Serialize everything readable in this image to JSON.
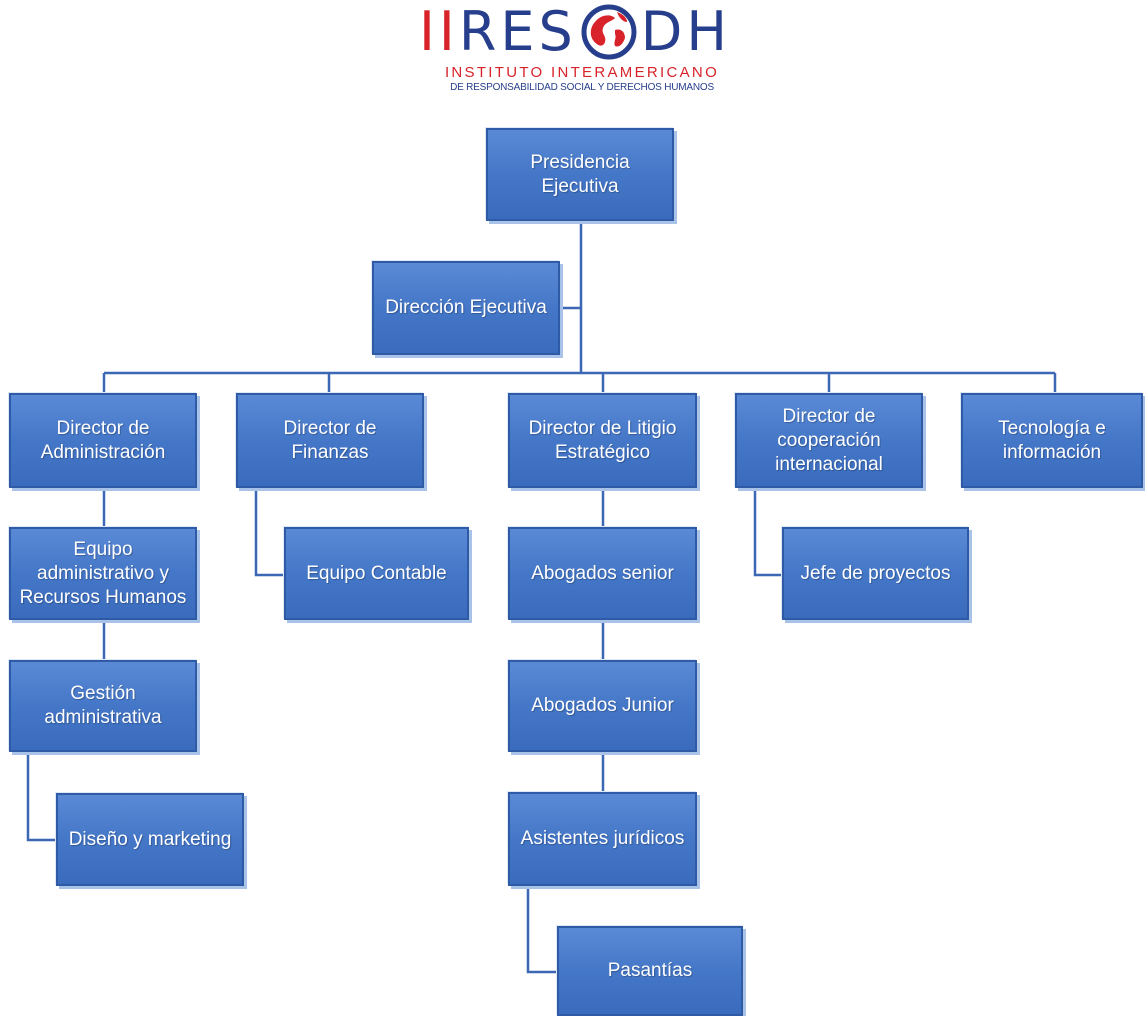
{
  "logo": {
    "letters_red": "II",
    "letters_blue_1": "RES",
    "letters_blue_2": "DH",
    "subtitle_1": "INSTITUTO INTERAMERICANO",
    "subtitle_2": "DE RESPONSABILIDAD SOCIAL Y DERECHOS HUMANOS",
    "colors": {
      "red": "#d8232a",
      "blue": "#263e8c"
    },
    "globe_icon": "globe-icon"
  },
  "org_chart": {
    "box_color": "#4577c8",
    "line_color": "#3b67b5",
    "nodes": {
      "presidencia": "Presidencia Ejecutiva",
      "direccion_ejecutiva": "Dirección Ejecutiva",
      "dir_administracion": "Director de Administración",
      "dir_finanzas": "Director de Finanzas",
      "dir_litigio": "Director de Litigio Estratégico",
      "dir_cooperacion": "Director de cooperación internacional",
      "tecnologia": "Tecnología e información",
      "equipo_admin_rrhh": "Equipo administrativo y Recursos Humanos",
      "gestion_admin": "Gestión administrativa",
      "diseno_marketing": "Diseño y marketing",
      "equipo_contable": "Equipo Contable",
      "abogados_senior": "Abogados senior",
      "abogados_junior": "Abogados Junior",
      "asistentes_juridicos": "Asistentes jurídicos",
      "pasantias": "Pasantías",
      "jefe_proyectos": "Jefe de proyectos"
    }
  }
}
